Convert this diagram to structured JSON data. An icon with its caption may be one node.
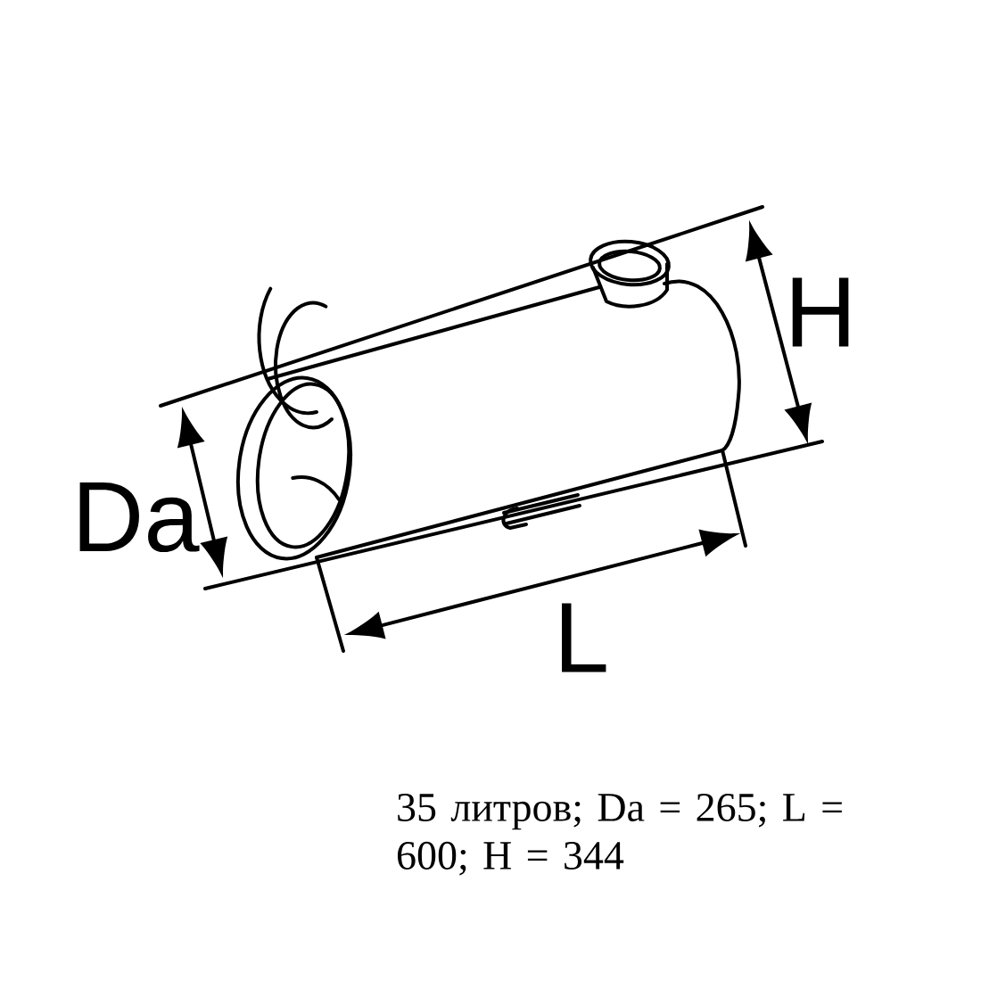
{
  "diagram": {
    "caption": "35 литров; Da = 265; L = 600; H = 344",
    "labels": [
      "Da",
      "L",
      "H"
    ]
  }
}
